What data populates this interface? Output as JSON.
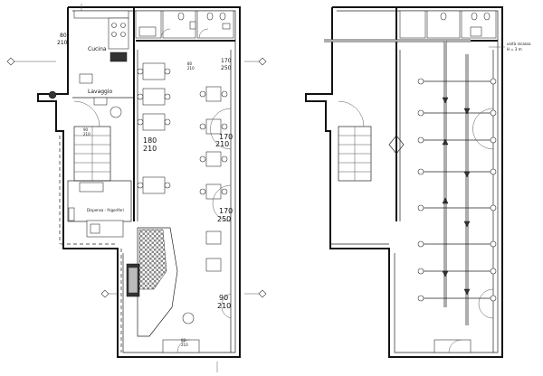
{
  "plan_left": {
    "rooms": {
      "kitchen": "Cucina",
      "dishwash": "Lavaggio",
      "pantry": "Dispensa - frigoriferi"
    },
    "door_dims": [
      {
        "w": "80",
        "h": "210"
      },
      {
        "w": "170",
        "h": "250"
      },
      {
        "w": "180",
        "h": "210"
      },
      {
        "w": "170",
        "h": "210"
      },
      {
        "w": "170",
        "h": "250"
      },
      {
        "w": "90",
        "h": "210"
      },
      {
        "w": "90",
        "h": "210"
      },
      {
        "w": "80",
        "h": "210"
      },
      {
        "w": "80",
        "h": "210"
      }
    ]
  },
  "plan_right": {
    "note_line1": "unità incasso",
    "note_line2": "H = 3 m"
  },
  "colors": {
    "ink": "#111111",
    "paper": "#ffffff",
    "hatch": "#777777"
  }
}
